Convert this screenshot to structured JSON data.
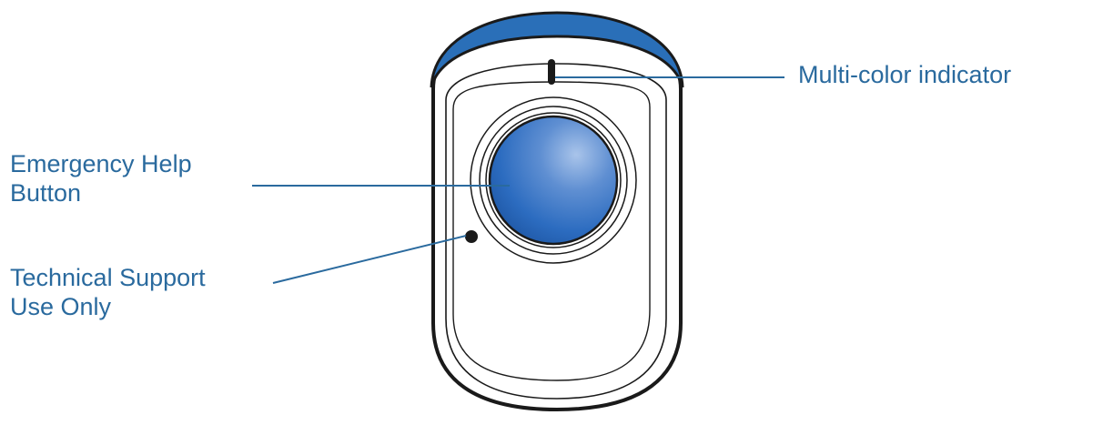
{
  "callouts": {
    "indicator": "Multi-color indicator",
    "help_button_line1": "Emergency Help",
    "help_button_line2": "Button",
    "tech_support_line1": "Technical Support",
    "tech_support_line2": "Use Only"
  },
  "colors": {
    "label_text": "#2a6a9e",
    "leader_line": "#2a6a9e",
    "device_outline": "#1a1a1a",
    "device_top_band": "#2a6fb8",
    "button_blue": "#2c6cc0",
    "button_highlight": "#a9c4ea"
  },
  "icons": {
    "device": "personal-emergency-pendant",
    "indicator": "indicator-light",
    "button": "help-button",
    "pinhole": "service-pinhole"
  }
}
